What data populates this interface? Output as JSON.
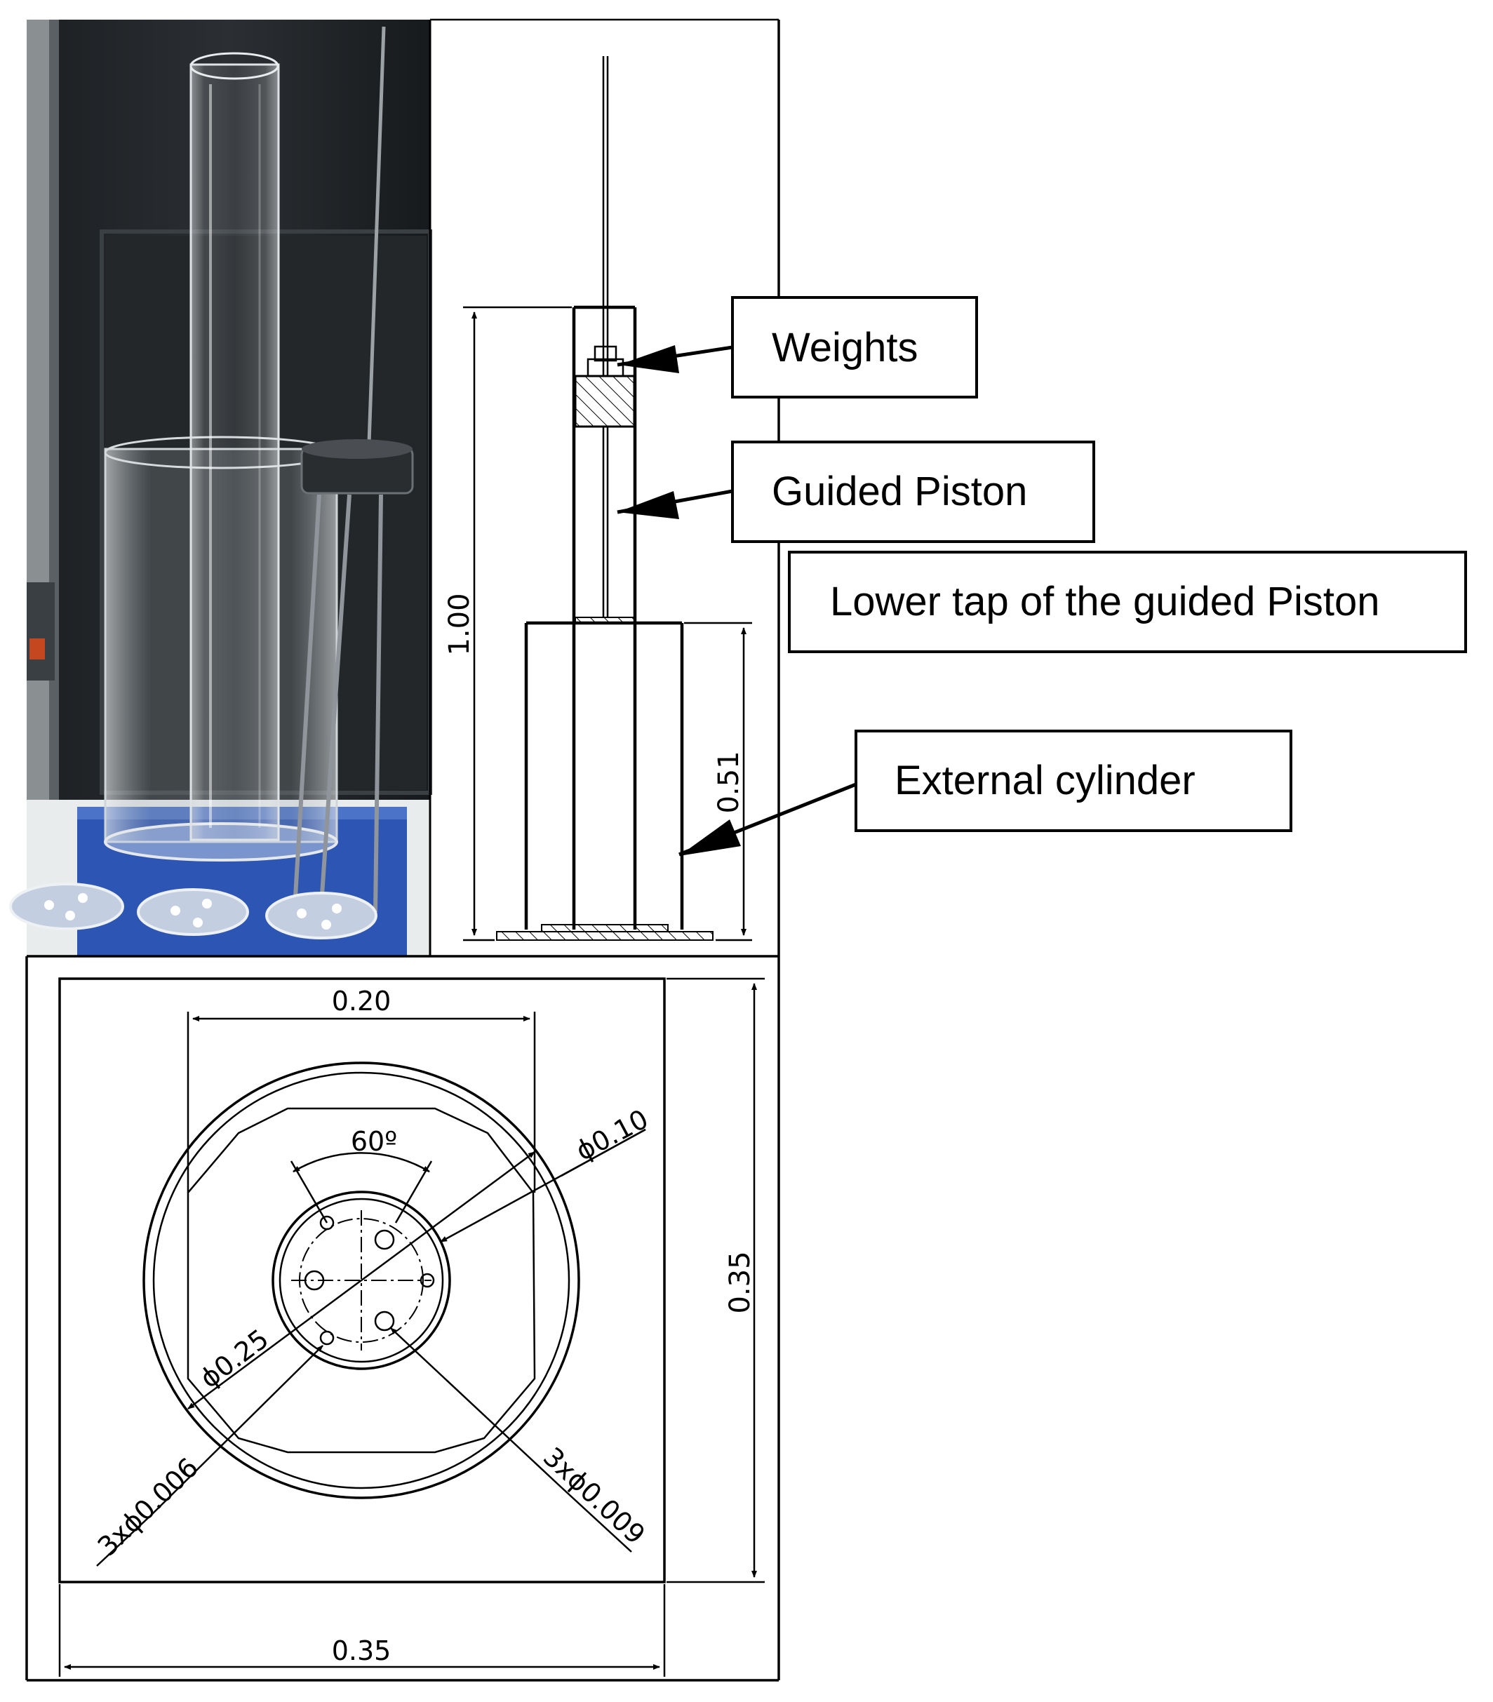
{
  "side_view": {
    "dim_total_height": "1.00",
    "dim_external_height": "0.51"
  },
  "callouts": {
    "weights": "Weights",
    "guided_piston": "Guided Piston",
    "lower_tap": "Lower tap of the guided Piston",
    "external_cylinder": "External cylinder"
  },
  "top_view": {
    "dim_inner_width": "0.20",
    "dim_angle": "60º",
    "dim_inner_diameter": "ϕ0.10",
    "dim_outer_diameter": "ϕ0.25",
    "dim_small_holes": "3xϕ0.006",
    "dim_large_holes": "3xϕ0.009",
    "dim_plate_height": "0.35",
    "dim_plate_width": "0.35"
  }
}
